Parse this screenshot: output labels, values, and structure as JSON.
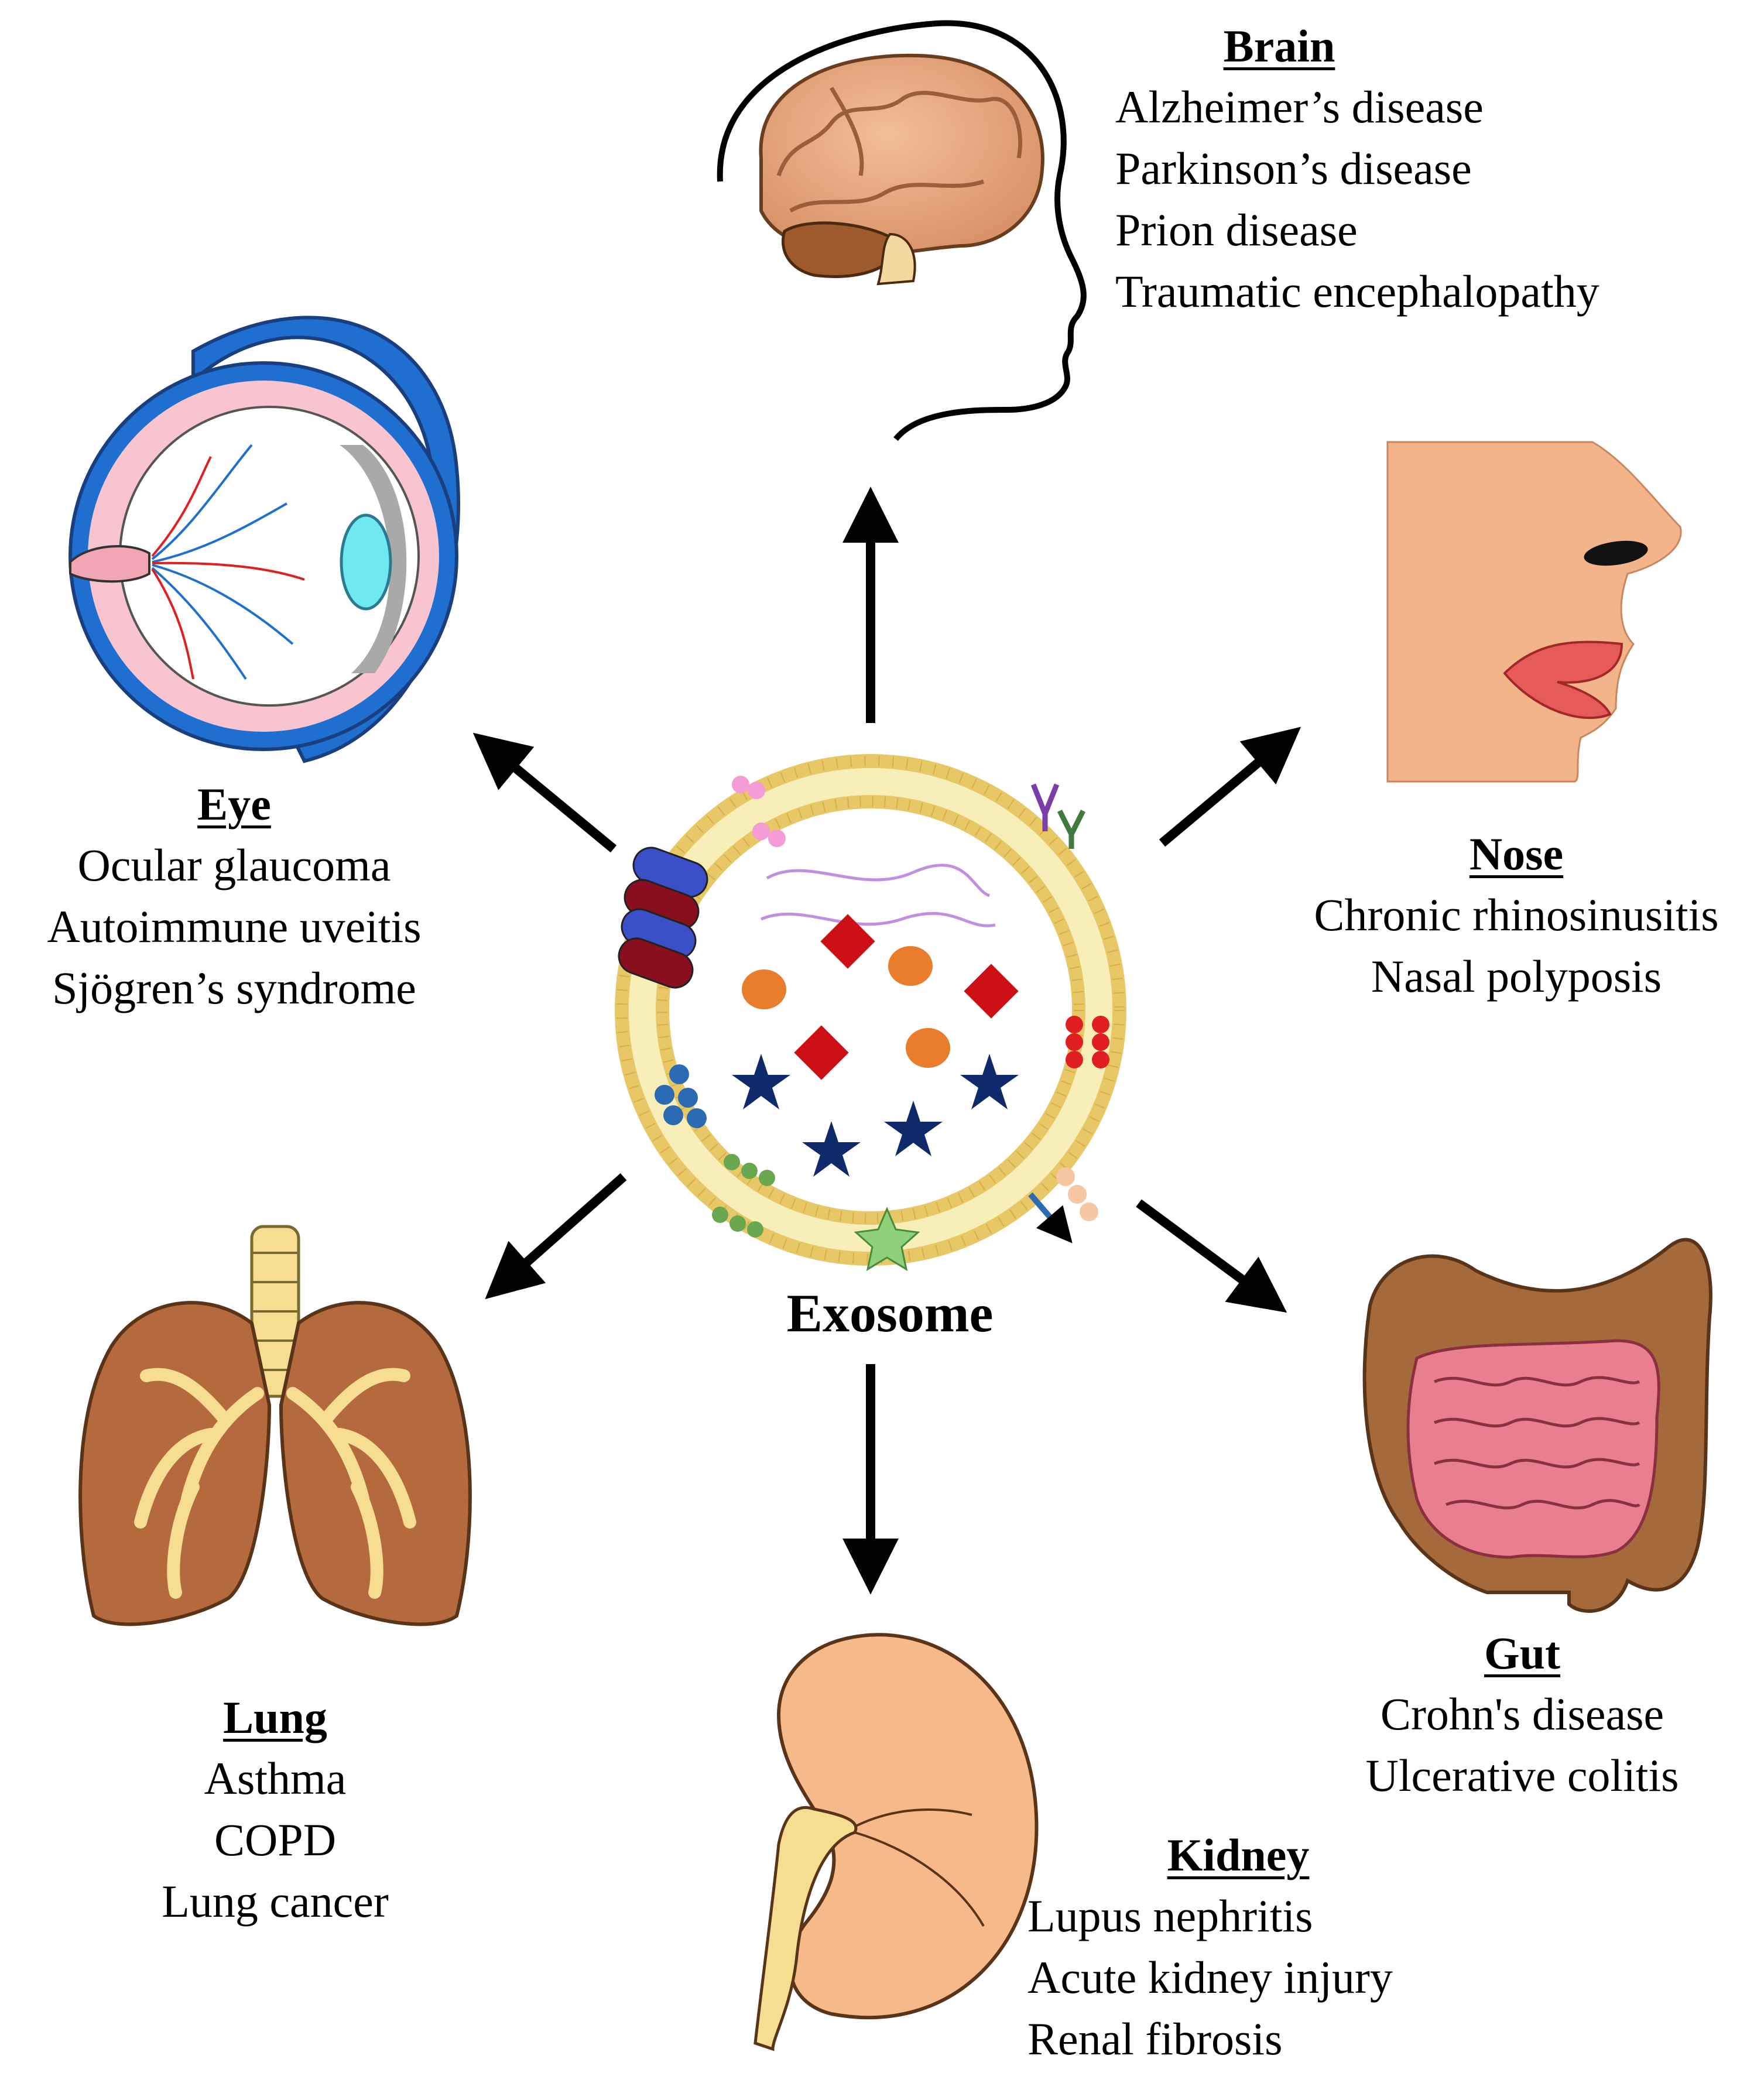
{
  "center": {
    "title": "Exosome"
  },
  "organs": {
    "brain": {
      "title": "Brain",
      "diseases": [
        "Alzheimer’s disease",
        "Parkinson’s disease",
        "Prion disease",
        "Traumatic encephalopathy"
      ]
    },
    "eye": {
      "title": "Eye",
      "diseases": [
        "Ocular glaucoma",
        "Autoimmune uveitis",
        "Sjögren’s syndrome"
      ]
    },
    "nose": {
      "title": "Nose",
      "diseases": [
        "Chronic rhinosinusitis",
        "Nasal polyposis"
      ]
    },
    "lung": {
      "title": "Lung",
      "diseases": [
        "Asthma",
        "COPD",
        "Lung cancer"
      ]
    },
    "kidney": {
      "title": "Kidney",
      "diseases": [
        "Lupus nephritis",
        "Acute kidney injury",
        "Renal fibrosis"
      ]
    },
    "gut": {
      "title": "Gut",
      "diseases": [
        "Crohn's disease",
        "Ulcerative colitis"
      ]
    }
  },
  "colors": {
    "arrow": "#000000",
    "membrane_head": "#e8c766",
    "membrane_tail": "#f7eeb8",
    "brain": "#e7a97e",
    "skin": "#f4b48a",
    "lung": "#b46a3c",
    "bronchi": "#f6dd92",
    "gut_colon": "#a56a3c",
    "gut_small": "#e97f8e",
    "kidney": "#f5b98a",
    "eye_sclera": "#1f6fd0",
    "eye_lens": "#6fe8f0"
  }
}
